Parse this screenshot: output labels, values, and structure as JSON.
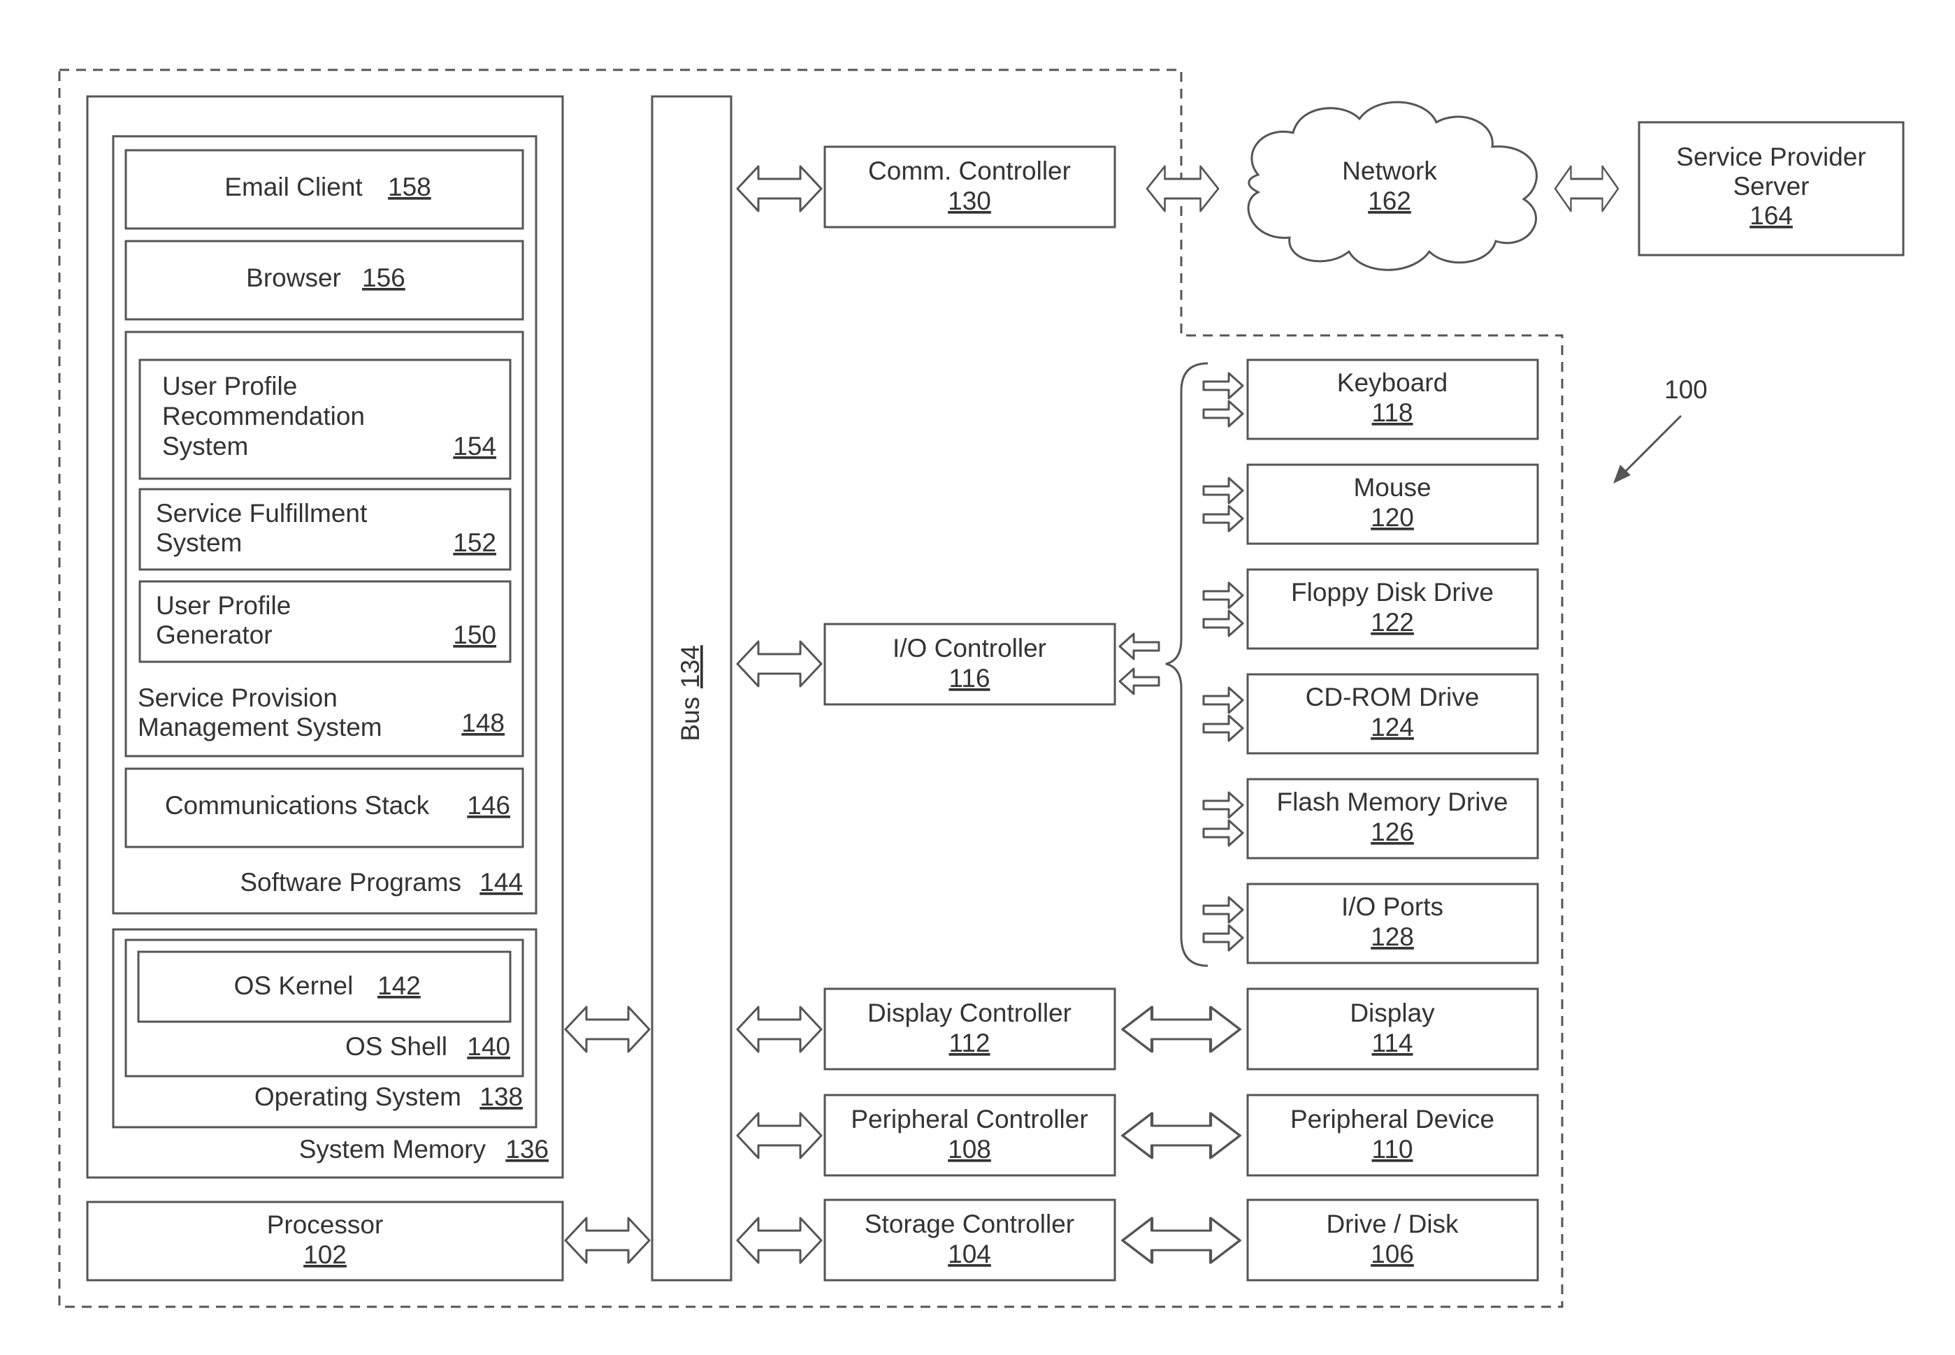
{
  "figure_ref": "100",
  "blocks": {
    "email_client": {
      "label": "Email Client",
      "ref": "158"
    },
    "browser": {
      "label": "Browser",
      "ref": "156"
    },
    "user_profile_recommendation": {
      "line1": "User Profile",
      "line2": "Recommendation",
      "line3": "System",
      "ref": "154"
    },
    "service_fulfillment": {
      "line1": "Service Fulfillment",
      "line2": "System",
      "ref": "152"
    },
    "user_profile_generator": {
      "line1": "User Profile",
      "line2": "Generator",
      "ref": "150"
    },
    "service_provision": {
      "line1": "Service Provision",
      "line2": "Management System",
      "ref": "148"
    },
    "communications_stack": {
      "label": "Communications Stack",
      "ref": "146"
    },
    "software_programs": {
      "label": "Software Programs",
      "ref": "144"
    },
    "os_kernel": {
      "label": "OS Kernel",
      "ref": "142"
    },
    "os_shell": {
      "label": "OS Shell",
      "ref": "140"
    },
    "operating_system": {
      "label": "Operating System",
      "ref": "138"
    },
    "system_memory": {
      "label": "System Memory",
      "ref": "136"
    },
    "processor": {
      "label": "Processor",
      "ref": "102"
    },
    "bus": {
      "label": "Bus",
      "ref": "134"
    },
    "comm_controller": {
      "label": "Comm. Controller",
      "ref": "130"
    },
    "network": {
      "label": "Network",
      "ref": "162"
    },
    "service_provider_server": {
      "line1": "Service Provider",
      "line2": "Server",
      "ref": "164"
    },
    "io_controller": {
      "label": "I/O Controller",
      "ref": "116"
    },
    "keyboard": {
      "label": "Keyboard",
      "ref": "118"
    },
    "mouse": {
      "label": "Mouse",
      "ref": "120"
    },
    "floppy": {
      "label": "Floppy Disk Drive",
      "ref": "122"
    },
    "cdrom": {
      "label": "CD-ROM Drive",
      "ref": "124"
    },
    "flash": {
      "label": "Flash Memory Drive",
      "ref": "126"
    },
    "io_ports": {
      "label": "I/O Ports",
      "ref": "128"
    },
    "display_controller": {
      "label": "Display Controller",
      "ref": "112"
    },
    "display": {
      "label": "Display",
      "ref": "114"
    },
    "peripheral_controller": {
      "label": "Peripheral Controller",
      "ref": "108"
    },
    "peripheral_device": {
      "label": "Peripheral Device",
      "ref": "110"
    },
    "storage_controller": {
      "label": "Storage Controller",
      "ref": "104"
    },
    "drive_disk": {
      "label": "Drive / Disk",
      "ref": "106"
    }
  },
  "colors": {
    "line": "#555555",
    "text": "#333333",
    "background": "#ffffff"
  }
}
